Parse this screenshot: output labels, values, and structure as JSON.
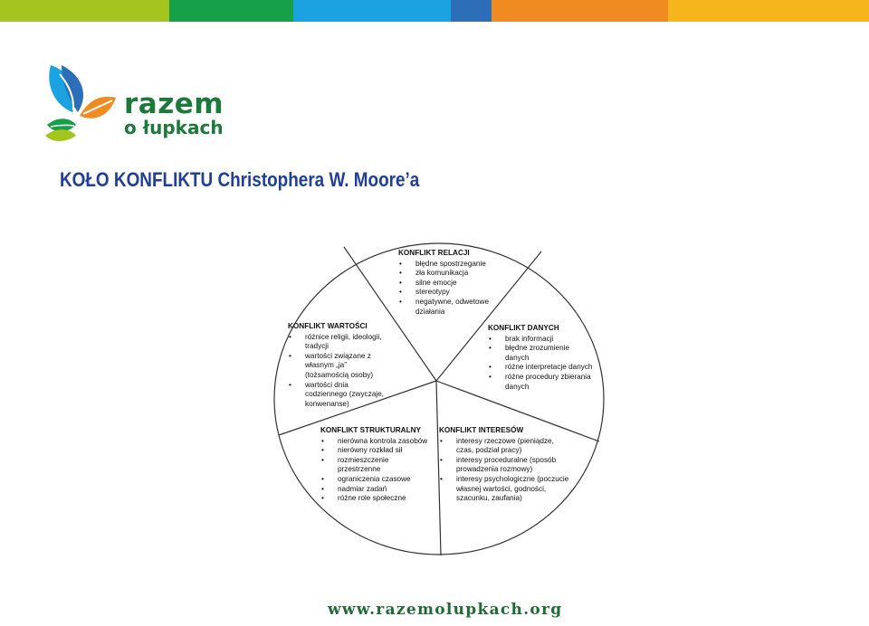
{
  "colors": {
    "topbar": [
      "#a3c51d",
      "#16a04a",
      "#1aa3e0",
      "#2c6fb8",
      "#f08b21",
      "#f7b51c"
    ],
    "logo_green": "#1b7a3a",
    "title": "#1f3f99",
    "footer": "#1f6b35"
  },
  "logo": {
    "line1": "razem",
    "line2": "o łupkach"
  },
  "title": "KOŁO KONFLIKTU Christophera W. Moore’a",
  "wheel": {
    "relacji": {
      "title": "KONFLIKT RELACJI",
      "items": [
        "błędne spostrzeganie",
        "zła komunikacja",
        "silne emocje",
        "stereotypy",
        "negatywne, odwetowe działania"
      ]
    },
    "wartosci": {
      "title": "KONFLIKT WARTOŚCI",
      "items": [
        "różnice religii, ideologii, tradycji",
        "wartości związane z własnym „ja” (tożsamością osoby)",
        "wartości dnia codziennego (zwyczaje, konwenanse)"
      ]
    },
    "danych": {
      "title": "KONFLIKT DANYCH",
      "items": [
        "brak informacji",
        "błędne zrozumienie danych",
        "różne interpretacje danych",
        "różne procedury zbierania danych"
      ]
    },
    "strukturalny": {
      "title": "KONFLIKT STRUKTURALNY",
      "items": [
        "nierówna kontrola zasobów",
        "nierówny rozkład sił",
        "rozmieszczenie przestrzenne",
        "ograniczenia czasowe",
        "nadmiar zadań",
        "różne role społeczne"
      ]
    },
    "interesow": {
      "title": "KONFLIKT INTERESÓW",
      "items": [
        "interesy rzeczowe (pieniądze, czas, podział pracy)",
        "interesy proceduralne (sposób prowadzenia rozmowy)",
        "interesy psychologiczne (poczucie własnej wartości, godności, szacunku, zaufania)"
      ]
    }
  },
  "footer": "www.razemolupkach.org"
}
